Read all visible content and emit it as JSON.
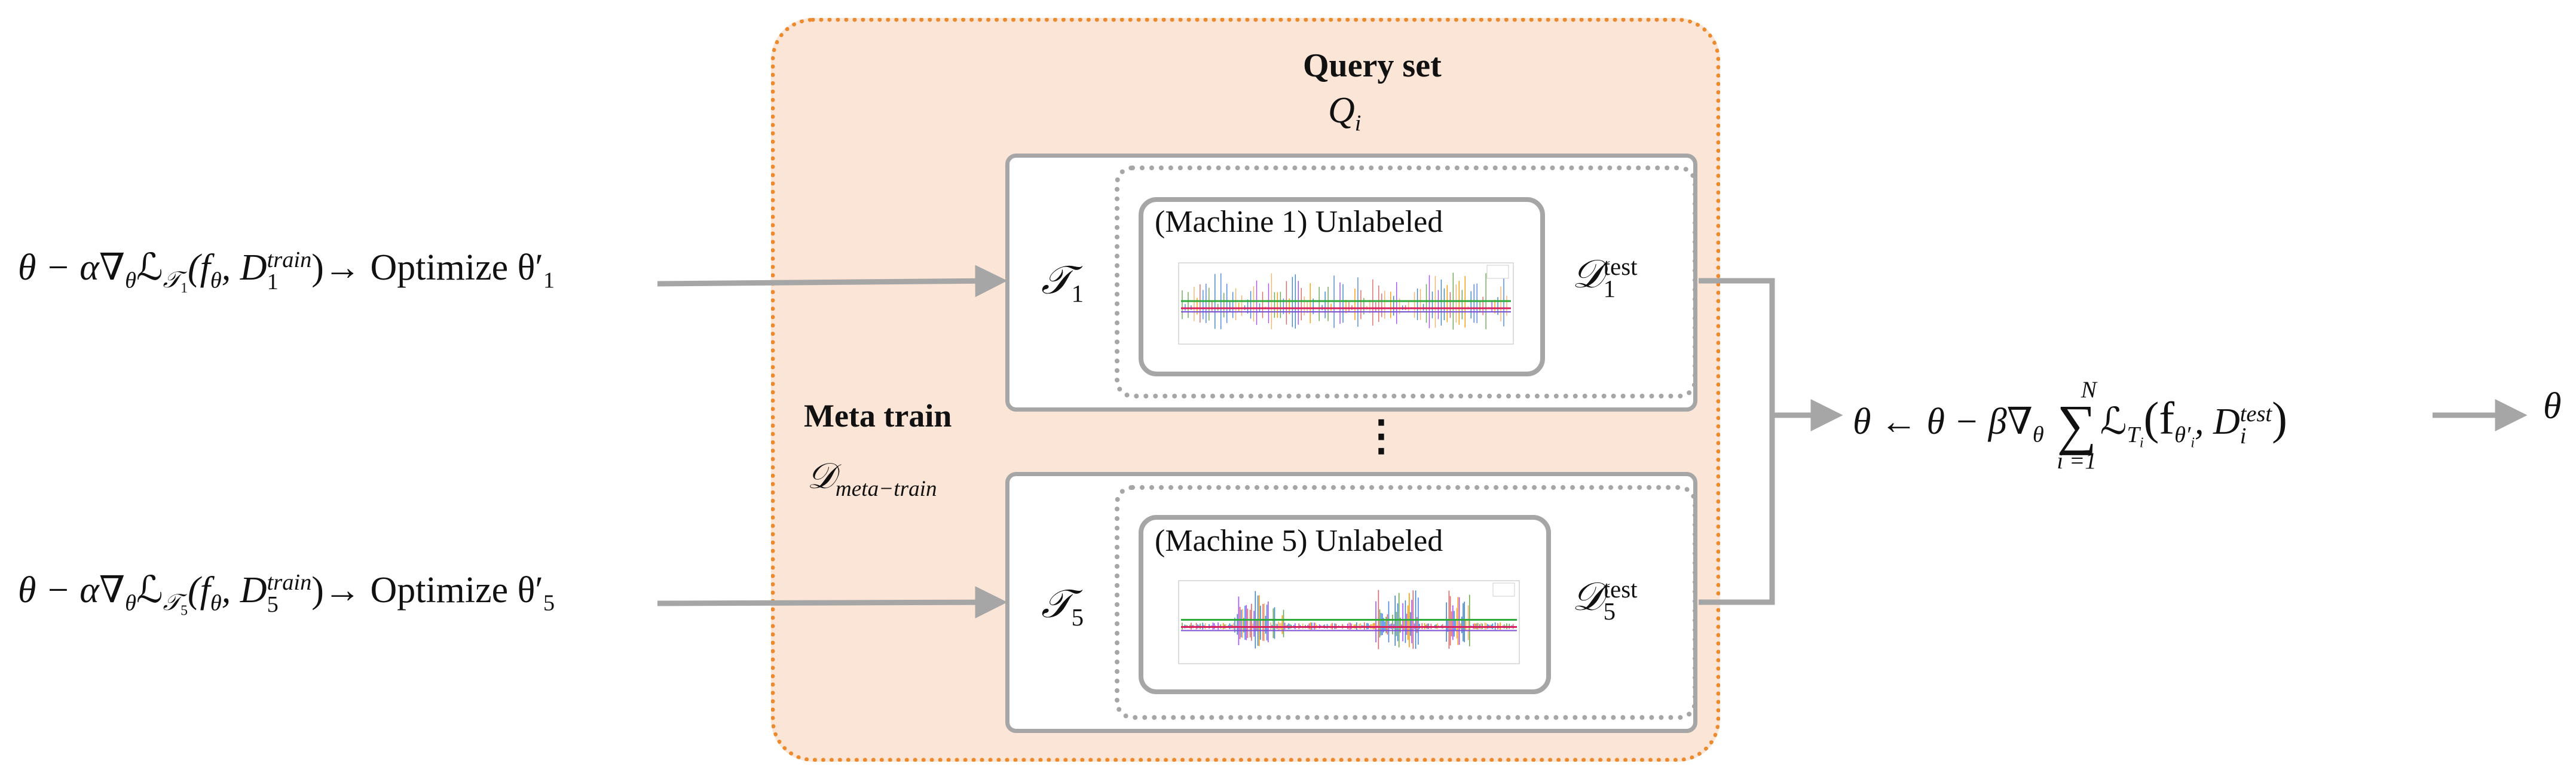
{
  "left_formulas": [
    {
      "prefix": "θ − α∇",
      "theta_sub": "θ",
      "loss": "ℒ",
      "task_sub": "𝒯",
      "task_idx": "1",
      "open": "(f",
      "f_sub": "θ",
      "mid": ", D",
      "d_sub": "1",
      "d_sup": "train",
      "close": ")→ Optimize θ′",
      "out_sub": "1"
    },
    {
      "prefix": "θ − α∇",
      "theta_sub": "θ",
      "loss": "ℒ",
      "task_sub": "𝒯",
      "task_idx": "5",
      "open": "(f",
      "f_sub": "θ",
      "mid": ", D",
      "d_sub": "5",
      "d_sup": "train",
      "close": ")→ Optimize θ′",
      "out_sub": "5"
    }
  ],
  "query_set": {
    "title": "Query set",
    "symbol": "Q",
    "symbol_sub": "i"
  },
  "meta_train": {
    "title": "Meta train",
    "symbol": "𝒟",
    "symbol_sub": "meta−train"
  },
  "tasks": [
    {
      "symbol": "𝒯",
      "sub": "1",
      "machine_label": "(Machine 1) Unlabeled",
      "dtest": "𝒟",
      "dtest_sub": "1",
      "dtest_sup": "test"
    },
    {
      "symbol": "𝒯",
      "sub": "5",
      "machine_label": "(Machine 5) Unlabeled",
      "dtest": "𝒟",
      "dtest_sub": "5",
      "dtest_sup": "test"
    }
  ],
  "ellipsis": "⋮",
  "update_rule": {
    "lhs": "θ ← θ − β∇",
    "grad_sub": "θ",
    "sum": "∑",
    "sum_upper": "N",
    "sum_lower": "i =1",
    "loss": "ℒ",
    "loss_sub": "T",
    "loss_sub_idx": "i",
    "open": "(f",
    "f_sub": "θ′",
    "f_sub_idx": "i",
    "mid": ", D",
    "d_sub": "i",
    "d_sup": "test",
    "close": ")"
  },
  "output": "θ",
  "colors": {
    "container_fill": "#fbe5d6",
    "container_border": "#ee8a2e",
    "gray": "#a6a6a6"
  }
}
